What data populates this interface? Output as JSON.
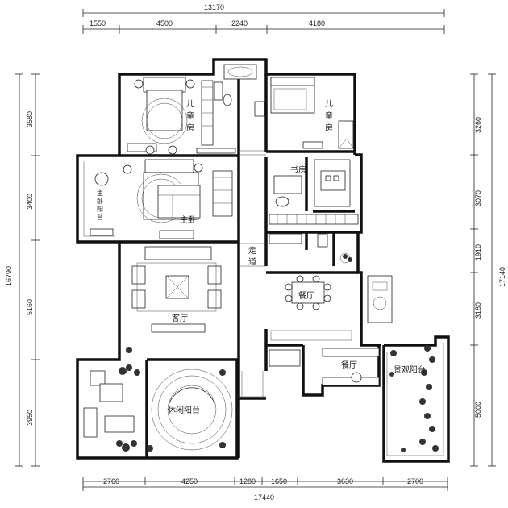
{
  "dimensions": {
    "top_total": "13170",
    "top_segments": [
      "1550",
      "4500",
      "2240",
      "4180"
    ],
    "bottom_total": "17440",
    "bottom_segments": [
      "2760",
      "4250",
      "1280",
      "1650",
      "3630",
      "2700"
    ],
    "left_total": "16790",
    "left_segments": [
      "3580",
      "3400",
      "5160",
      "3950"
    ],
    "right_total": "17140",
    "right_segments": [
      "3260",
      "3070",
      "1910",
      "3180",
      "5000"
    ]
  },
  "rooms": {
    "child_room_1": [
      "儿",
      "童",
      "房"
    ],
    "child_room_2": [
      "儿",
      "童",
      "房"
    ],
    "master_bedroom": "主卧",
    "master_balcony": [
      "主",
      "卧",
      "阳",
      "台"
    ],
    "study": "书房",
    "corridor": [
      "走",
      "道"
    ],
    "living_room": "客厅",
    "dining_room": "餐厅",
    "kitchen": "餐厅",
    "leisure_room": "休闲阳台",
    "view_balcony": "景观阳台"
  },
  "colors": {
    "line": "#111111",
    "background": "#ffffff"
  }
}
